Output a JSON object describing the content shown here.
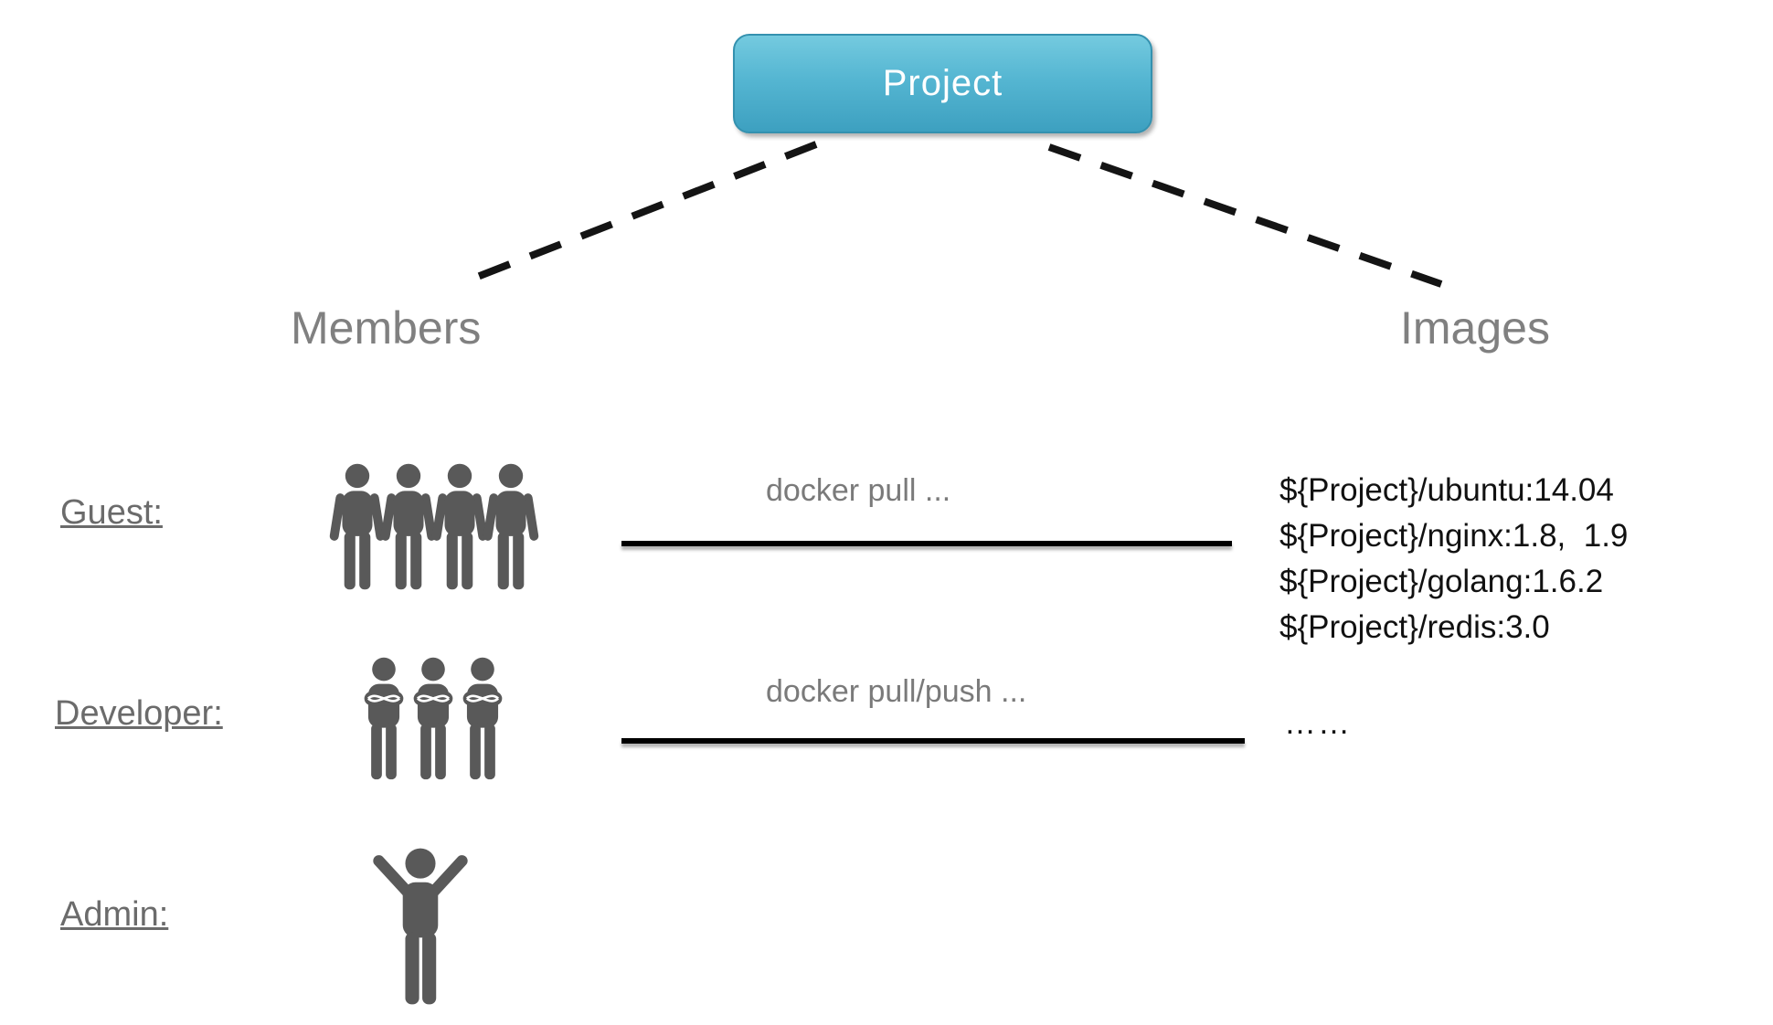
{
  "diagram": {
    "project": {
      "label": "Project"
    },
    "branches": {
      "members_heading": "Members",
      "images_heading": "Images"
    },
    "rows": {
      "guest": {
        "label": "Guest:",
        "count": 4,
        "action": "docker pull ..."
      },
      "developer": {
        "label": "Developer:",
        "count": 3,
        "action": "docker pull/push ..."
      },
      "admin": {
        "label": "Admin:",
        "count": 1
      }
    },
    "images_list": [
      "${Project}/ubuntu:14.04",
      "${Project}/nginx:1.8,  1.9",
      "${Project}/golang:1.6.2",
      "${Project}/redis:3.0"
    ],
    "images_more": "……",
    "colors": {
      "project_fill_top": "#74cadf",
      "project_fill_bottom": "#3da0c0",
      "project_border": "#3491af",
      "heading_gray": "#808080",
      "label_gray": "#6b6b6b",
      "person_gray": "#595959",
      "line_black": "#000000"
    }
  }
}
